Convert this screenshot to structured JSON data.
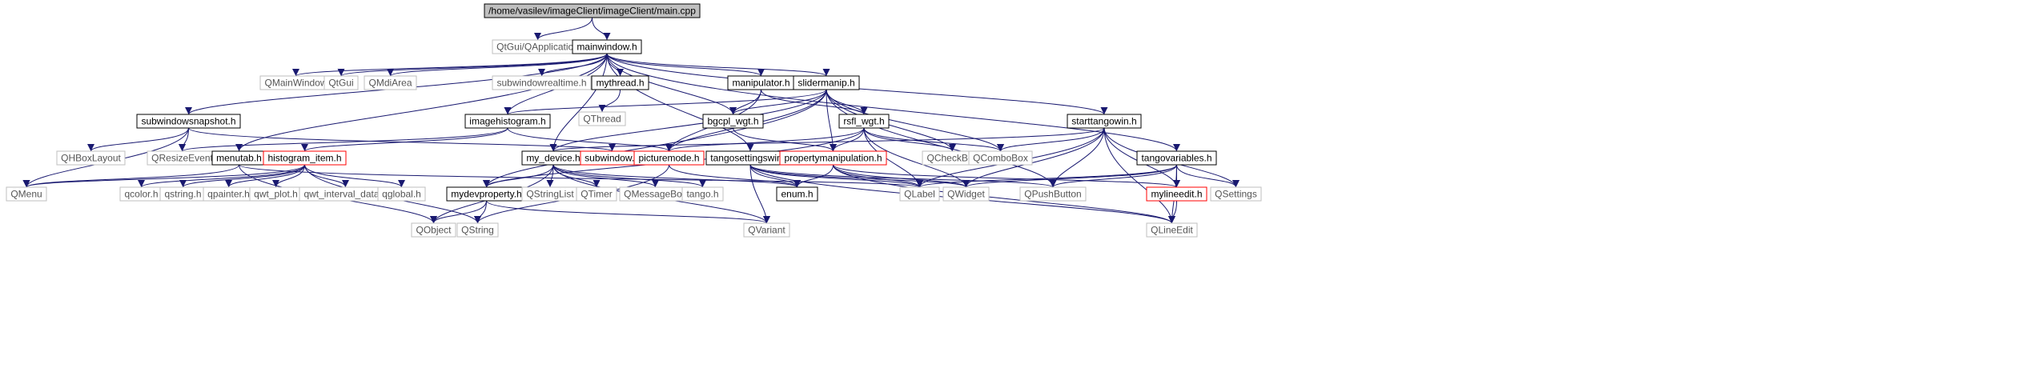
{
  "graph": {
    "title": "/home/vasilev/imageClient/imageClient/main.cpp",
    "colors": {
      "edge": "#191970",
      "node_border_default": "#000000",
      "node_border_external": "#bfbfbf",
      "node_border_truncated": "#ff0000",
      "root_fill": "#bfbfbf",
      "text_default": "#000000",
      "text_external": "#555555"
    },
    "nodes": [
      {
        "id": "main_cpp",
        "label": "/home/vasilev/imageClient/imageClient/main.cpp",
        "kind": "root"
      },
      {
        "id": "QtGui_QApplication",
        "label": "QtGui/QApplication",
        "kind": "external"
      },
      {
        "id": "mainwindow_h",
        "label": "mainwindow.h",
        "kind": "local"
      },
      {
        "id": "QMainWindow",
        "label": "QMainWindow",
        "kind": "external"
      },
      {
        "id": "QtGui",
        "label": "QtGui",
        "kind": "external"
      },
      {
        "id": "QMdiArea",
        "label": "QMdiArea",
        "kind": "external"
      },
      {
        "id": "subwindowrealtime_h",
        "label": "subwindowrealtime.h",
        "kind": "external"
      },
      {
        "id": "mythread_h",
        "label": "mythread.h",
        "kind": "local"
      },
      {
        "id": "manipulator_h",
        "label": "manipulator.h",
        "kind": "local"
      },
      {
        "id": "slidermanip_h",
        "label": "slidermanip.h",
        "kind": "local"
      },
      {
        "id": "QThread",
        "label": "QThread",
        "kind": "external"
      },
      {
        "id": "subwindowsnapshot_h",
        "label": "subwindowsnapshot.h",
        "kind": "local"
      },
      {
        "id": "imagehistogram_h",
        "label": "imagehistogram.h",
        "kind": "local"
      },
      {
        "id": "bgcpl_wgt_h",
        "label": "bgcpl_wgt.h",
        "kind": "local"
      },
      {
        "id": "rsfl_wgt_h",
        "label": "rsfl_wgt.h",
        "kind": "local"
      },
      {
        "id": "starttangowin_h",
        "label": "starttangowin.h",
        "kind": "local"
      },
      {
        "id": "QHBoxLayout",
        "label": "QHBoxLayout",
        "kind": "external"
      },
      {
        "id": "QResizeEvent",
        "label": "QResizeEvent",
        "kind": "external"
      },
      {
        "id": "menutab_h",
        "label": "menutab.h",
        "kind": "local"
      },
      {
        "id": "histogram_item_h",
        "label": "histogram_item.h",
        "kind": "truncated"
      },
      {
        "id": "my_device_h",
        "label": "my_device.h",
        "kind": "local"
      },
      {
        "id": "subwindow_h",
        "label": "subwindow.h",
        "kind": "truncated"
      },
      {
        "id": "picturemode_h",
        "label": "picturemode.h",
        "kind": "truncated"
      },
      {
        "id": "tangosettingswin_h",
        "label": "tangosettingswin.h",
        "kind": "local"
      },
      {
        "id": "propertymanipulation_h",
        "label": "propertymanipulation.h",
        "kind": "truncated"
      },
      {
        "id": "QCheckBox",
        "label": "QCheckBox",
        "kind": "external"
      },
      {
        "id": "QComboBox",
        "label": "QComboBox",
        "kind": "external"
      },
      {
        "id": "tangovariables_h",
        "label": "tangovariables.h",
        "kind": "local"
      },
      {
        "id": "QMenu",
        "label": "QMenu",
        "kind": "external"
      },
      {
        "id": "qcolor_h",
        "label": "qcolor.h",
        "kind": "external"
      },
      {
        "id": "qstring_h",
        "label": "qstring.h",
        "kind": "external"
      },
      {
        "id": "qpainter_h",
        "label": "qpainter.h",
        "kind": "external"
      },
      {
        "id": "qwt_plot_h",
        "label": "qwt_plot.h",
        "kind": "external"
      },
      {
        "id": "qwt_interval_data_h",
        "label": "qwt_interval_data.h",
        "kind": "external"
      },
      {
        "id": "qglobal_h",
        "label": "qglobal.h",
        "kind": "external"
      },
      {
        "id": "mydevproperty_h",
        "label": "mydevproperty.h",
        "kind": "local"
      },
      {
        "id": "QStringList",
        "label": "QStringList",
        "kind": "external"
      },
      {
        "id": "QTimer",
        "label": "QTimer",
        "kind": "external"
      },
      {
        "id": "QMessageBox",
        "label": "QMessageBox",
        "kind": "external"
      },
      {
        "id": "tango_h",
        "label": "tango.h",
        "kind": "external"
      },
      {
        "id": "enum_h",
        "label": "enum.h",
        "kind": "local"
      },
      {
        "id": "QLabel",
        "label": "QLabel",
        "kind": "external"
      },
      {
        "id": "QWidget",
        "label": "QWidget",
        "kind": "external"
      },
      {
        "id": "QPushButton",
        "label": "QPushButton",
        "kind": "external"
      },
      {
        "id": "mylineedit_h",
        "label": "mylineedit.h",
        "kind": "truncated"
      },
      {
        "id": "QSettings",
        "label": "QSettings",
        "kind": "external"
      },
      {
        "id": "QObject",
        "label": "QObject",
        "kind": "external"
      },
      {
        "id": "QString",
        "label": "QString",
        "kind": "external"
      },
      {
        "id": "QVariant",
        "label": "QVariant",
        "kind": "external"
      },
      {
        "id": "QLineEdit",
        "label": "QLineEdit",
        "kind": "external"
      }
    ],
    "edges": [
      [
        "main_cpp",
        "QtGui_QApplication"
      ],
      [
        "main_cpp",
        "mainwindow_h"
      ],
      [
        "mainwindow_h",
        "QMainWindow"
      ],
      [
        "mainwindow_h",
        "QtGui"
      ],
      [
        "mainwindow_h",
        "QMdiArea"
      ],
      [
        "mainwindow_h",
        "subwindowrealtime_h"
      ],
      [
        "mainwindow_h",
        "mythread_h"
      ],
      [
        "mainwindow_h",
        "manipulator_h"
      ],
      [
        "mainwindow_h",
        "slidermanip_h"
      ],
      [
        "mainwindow_h",
        "subwindowsnapshot_h"
      ],
      [
        "mainwindow_h",
        "imagehistogram_h"
      ],
      [
        "mainwindow_h",
        "bgcpl_wgt_h"
      ],
      [
        "mainwindow_h",
        "starttangowin_h"
      ],
      [
        "mainwindow_h",
        "menutab_h"
      ],
      [
        "mainwindow_h",
        "my_device_h"
      ],
      [
        "mainwindow_h",
        "tangosettingswin_h"
      ],
      [
        "mainwindow_h",
        "tangovariables_h"
      ],
      [
        "mythread_h",
        "QThread"
      ],
      [
        "manipulator_h",
        "bgcpl_wgt_h"
      ],
      [
        "manipulator_h",
        "rsfl_wgt_h"
      ],
      [
        "manipulator_h",
        "picturemode_h"
      ],
      [
        "slidermanip_h",
        "imagehistogram_h"
      ],
      [
        "slidermanip_h",
        "bgcpl_wgt_h"
      ],
      [
        "slidermanip_h",
        "rsfl_wgt_h"
      ],
      [
        "slidermanip_h",
        "QCheckBox"
      ],
      [
        "slidermanip_h",
        "QComboBox"
      ],
      [
        "slidermanip_h",
        "QPushButton"
      ],
      [
        "slidermanip_h",
        "propertymanipulation_h"
      ],
      [
        "slidermanip_h",
        "picturemode_h"
      ],
      [
        "slidermanip_h",
        "my_device_h"
      ],
      [
        "slidermanip_h",
        "mydevproperty_h"
      ],
      [
        "subwindowsnapshot_h",
        "QHBoxLayout"
      ],
      [
        "subwindowsnapshot_h",
        "QResizeEvent"
      ],
      [
        "subwindowsnapshot_h",
        "QMenu"
      ],
      [
        "subwindowsnapshot_h",
        "subwindow_h"
      ],
      [
        "imagehistogram_h",
        "QResizeEvent"
      ],
      [
        "imagehistogram_h",
        "histogram_item_h"
      ],
      [
        "imagehistogram_h",
        "picturemode_h"
      ],
      [
        "bgcpl_wgt_h",
        "propertymanipulation_h"
      ],
      [
        "rsfl_wgt_h",
        "QCheckBox"
      ],
      [
        "rsfl_wgt_h",
        "QComboBox"
      ],
      [
        "rsfl_wgt_h",
        "propertymanipulation_h"
      ],
      [
        "rsfl_wgt_h",
        "picturemode_h"
      ],
      [
        "rsfl_wgt_h",
        "QLabel"
      ],
      [
        "rsfl_wgt_h",
        "QWidget"
      ],
      [
        "rsfl_wgt_h",
        "mydevproperty_h"
      ],
      [
        "starttangowin_h",
        "QComboBox"
      ],
      [
        "starttangowin_h",
        "QLabel"
      ],
      [
        "starttangowin_h",
        "QWidget"
      ],
      [
        "starttangowin_h",
        "QPushButton"
      ],
      [
        "starttangowin_h",
        "mylineedit_h"
      ],
      [
        "starttangowin_h",
        "QSettings"
      ],
      [
        "starttangowin_h",
        "QLineEdit"
      ],
      [
        "starttangowin_h",
        "my_device_h"
      ],
      [
        "menutab_h",
        "QMenu"
      ],
      [
        "menutab_h",
        "QObject"
      ],
      [
        "menutab_h",
        "QLabel"
      ],
      [
        "histogram_item_h",
        "qcolor_h"
      ],
      [
        "histogram_item_h",
        "qstring_h"
      ],
      [
        "histogram_item_h",
        "qpainter_h"
      ],
      [
        "histogram_item_h",
        "qwt_plot_h"
      ],
      [
        "histogram_item_h",
        "qwt_interval_data_h"
      ],
      [
        "histogram_item_h",
        "qglobal_h"
      ],
      [
        "histogram_item_h",
        "QMenu"
      ],
      [
        "histogram_item_h",
        "QString"
      ],
      [
        "my_device_h",
        "QObject"
      ],
      [
        "my_device_h",
        "mydevproperty_h"
      ],
      [
        "my_device_h",
        "QStringList"
      ],
      [
        "my_device_h",
        "QTimer"
      ],
      [
        "my_device_h",
        "QMessageBox"
      ],
      [
        "my_device_h",
        "tango_h"
      ],
      [
        "my_device_h",
        "enum_h"
      ],
      [
        "my_device_h",
        "QVariant"
      ],
      [
        "picturemode_h",
        "enum_h"
      ],
      [
        "picturemode_h",
        "QString"
      ],
      [
        "tangosettingswin_h",
        "enum_h"
      ],
      [
        "tangosettingswin_h",
        "QLabel"
      ],
      [
        "tangosettingswin_h",
        "QWidget"
      ],
      [
        "tangosettingswin_h",
        "QPushButton"
      ],
      [
        "tangosettingswin_h",
        "QLineEdit"
      ],
      [
        "tangosettingswin_h",
        "QVariant"
      ],
      [
        "propertymanipulation_h",
        "enum_h"
      ],
      [
        "propertymanipulation_h",
        "QLabel"
      ],
      [
        "propertymanipulation_h",
        "QWidget"
      ],
      [
        "propertymanipulation_h",
        "QLineEdit"
      ],
      [
        "propertymanipulation_h",
        "mylineedit_h"
      ],
      [
        "tangovariables_h",
        "QLabel"
      ],
      [
        "tangovariables_h",
        "QWidget"
      ],
      [
        "tangovariables_h",
        "QPushButton"
      ],
      [
        "tangovariables_h",
        "mylineedit_h"
      ],
      [
        "tangovariables_h",
        "QSettings"
      ],
      [
        "tangovariables_h",
        "QLineEdit"
      ],
      [
        "mydevproperty_h",
        "QObject"
      ],
      [
        "mydevproperty_h",
        "QString"
      ],
      [
        "mydevproperty_h",
        "QVariant"
      ],
      [
        "mylineedit_h",
        "QLineEdit"
      ]
    ]
  }
}
